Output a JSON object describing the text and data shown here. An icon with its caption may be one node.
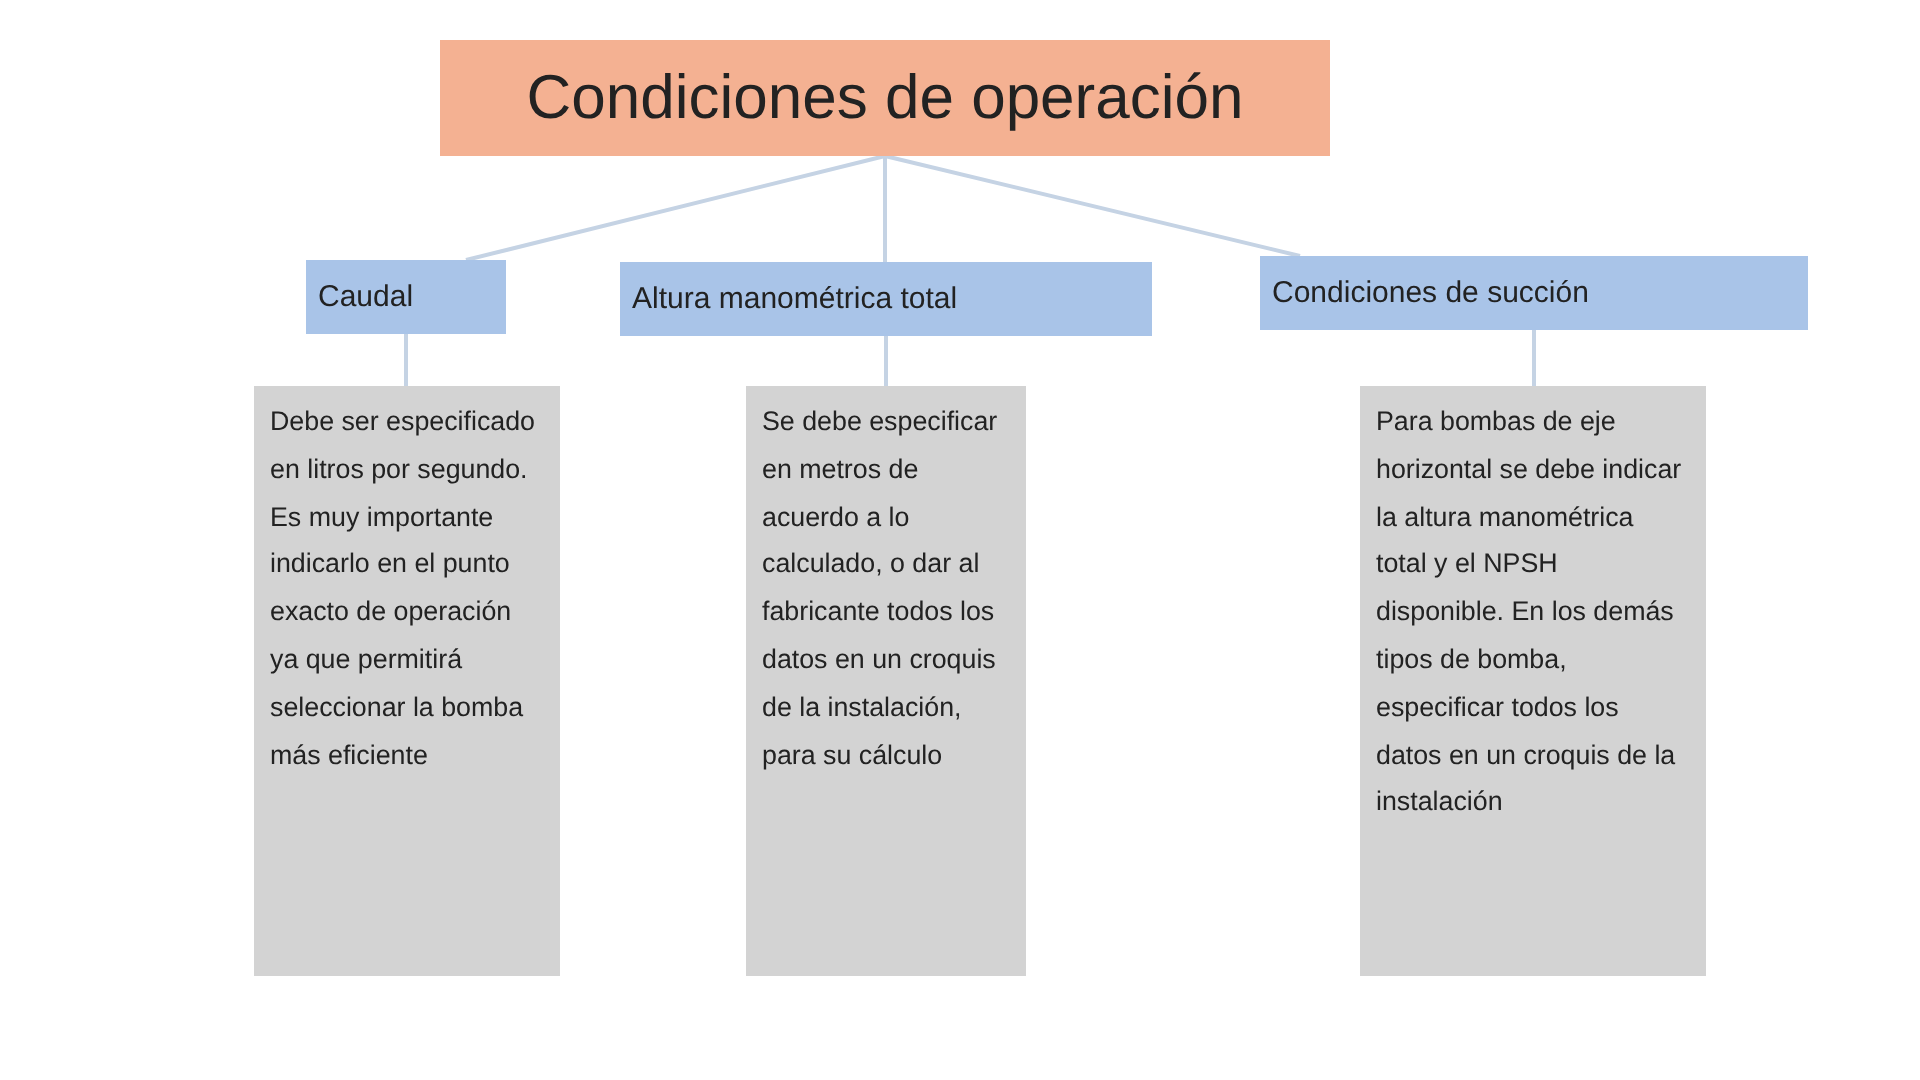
{
  "diagram": {
    "nodes": [
      {
        "text": [
          "Condiciones de operación"
        ]
      },
      {
        "text": [
          "Caudal"
        ]
      },
      {
        "text": [
          "Altura manométrica total"
        ]
      },
      {
        "text": [
          "Condiciones de succión"
        ]
      },
      {
        "text": [
          "Debe ser especificado en litros por segundo. Es muy importante indicarlo en el punto exacto de operación ya que permitirá seleccionar la bomba más eficiente"
        ]
      },
      {
        "text": [
          "Se debe especificar en metros de acuerdo a lo calculado, o dar al fabricante todos los datos en un croquis de la instalación, para su cálculo"
        ]
      },
      {
        "text": [
          "Para bombas de eje horizontal se debe indicar la altura manométrica total y el NPSH disponible. En los demás tipos de bomba, especificar todos los datos en un croquis de la instalación"
        ]
      }
    ],
    "edges": [
      {
        "from": 0,
        "to": 1,
        "arrow": "none"
      },
      {
        "from": 0,
        "to": 2,
        "arrow": "none"
      },
      {
        "from": 0,
        "to": 3,
        "arrow": "none"
      },
      {
        "from": 1,
        "to": 4,
        "arrow": "none"
      },
      {
        "from": 2,
        "to": 5,
        "arrow": "none"
      },
      {
        "from": 3,
        "to": 6,
        "arrow": "none"
      }
    ]
  }
}
